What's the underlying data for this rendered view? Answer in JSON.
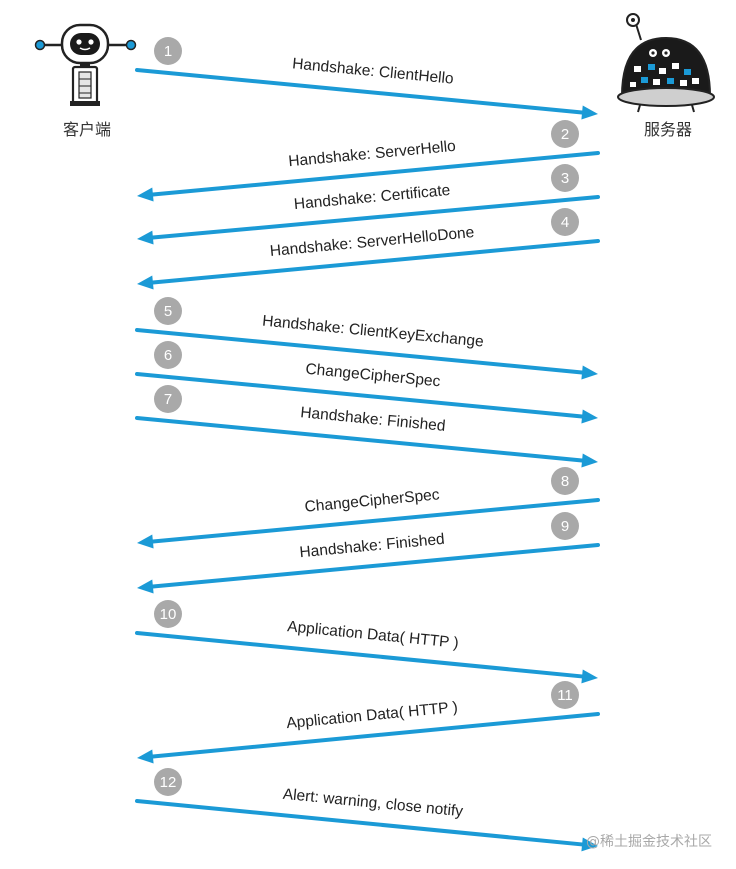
{
  "client": {
    "label": "客户端"
  },
  "server": {
    "label": "服务器"
  },
  "messages": [
    {
      "num": "1",
      "label": "Handshake: ClientHello",
      "direction": "client-to-server"
    },
    {
      "num": "2",
      "label": "Handshake: ServerHello",
      "direction": "server-to-client"
    },
    {
      "num": "3",
      "label": "Handshake: Certificate",
      "direction": "server-to-client"
    },
    {
      "num": "4",
      "label": "Handshake: ServerHelloDone",
      "direction": "server-to-client"
    },
    {
      "num": "5",
      "label": "Handshake: ClientKeyExchange",
      "direction": "client-to-server"
    },
    {
      "num": "6",
      "label": "ChangeCipherSpec",
      "direction": "client-to-server"
    },
    {
      "num": "7",
      "label": "Handshake: Finished",
      "direction": "client-to-server"
    },
    {
      "num": "8",
      "label": "ChangeCipherSpec",
      "direction": "server-to-client"
    },
    {
      "num": "9",
      "label": "Handshake: Finished",
      "direction": "server-to-client"
    },
    {
      "num": "10",
      "label": "Application Data( HTTP )",
      "direction": "client-to-server"
    },
    {
      "num": "11",
      "label": "Application Data( HTTP )",
      "direction": "server-to-client"
    },
    {
      "num": "12",
      "label": "Alert: warning, close notify",
      "direction": "client-to-server"
    }
  ],
  "watermark": "@稀土掘金技术社区",
  "colors": {
    "arrow": "#1b9ad6",
    "number_badge": "#a9a9a9",
    "text": "#222222"
  },
  "icons": {
    "client": "robot-client-icon",
    "server": "dome-server-icon"
  }
}
